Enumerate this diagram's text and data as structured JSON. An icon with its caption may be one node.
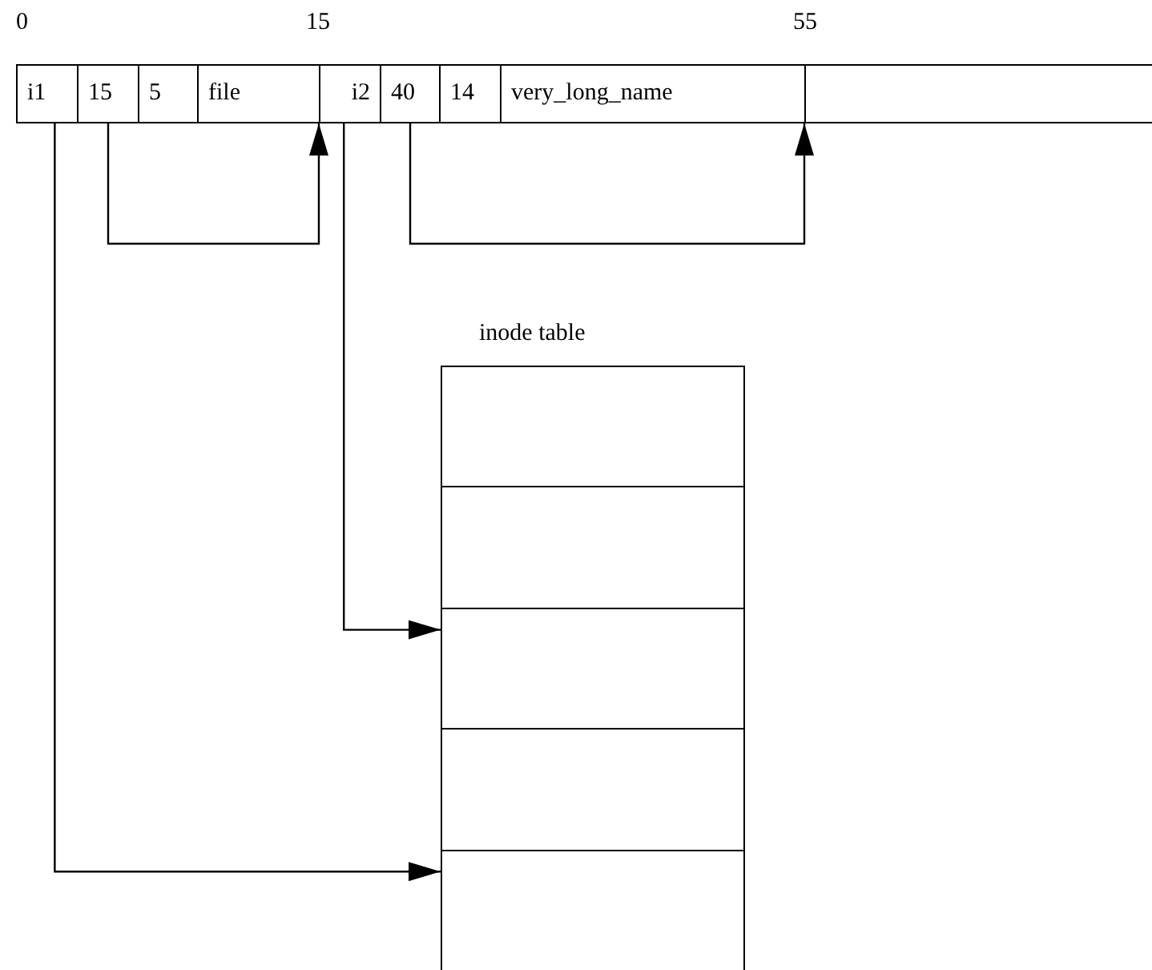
{
  "diagram": {
    "nodes": [
      {
        "text": [
          "i1"
        ]
      },
      {
        "text": [
          "15"
        ]
      },
      {
        "text": [
          "5"
        ]
      },
      {
        "text": [
          "file"
        ]
      },
      {
        "text": [
          "i2"
        ]
      },
      {
        "text": [
          "40"
        ]
      },
      {
        "text": [
          "14"
        ]
      },
      {
        "text": [
          "very_long_name"
        ]
      },
      {
        "text": [],
        "shape": "box"
      },
      {
        "text": [
          "inode table"
        ]
      },
      {
        "text": [],
        "shape": "box",
        "in": 9
      },
      {
        "text": [],
        "shape": "box",
        "in": 9
      },
      {
        "text": [],
        "shape": "box",
        "in": 9
      },
      {
        "text": [],
        "shape": "box",
        "in": 9
      },
      {
        "text": [],
        "shape": "box",
        "in": 9
      }
    ],
    "edges": [
      {
        "from": 1,
        "to": 4,
        "arrow": "to"
      },
      {
        "from": 5,
        "to": 8,
        "arrow": "to"
      },
      {
        "from": 4,
        "to": 12,
        "arrow": "to"
      },
      {
        "from": 0,
        "to": 14,
        "arrow": "to"
      }
    ],
    "labels": [
      "0",
      "15",
      "55"
    ]
  }
}
